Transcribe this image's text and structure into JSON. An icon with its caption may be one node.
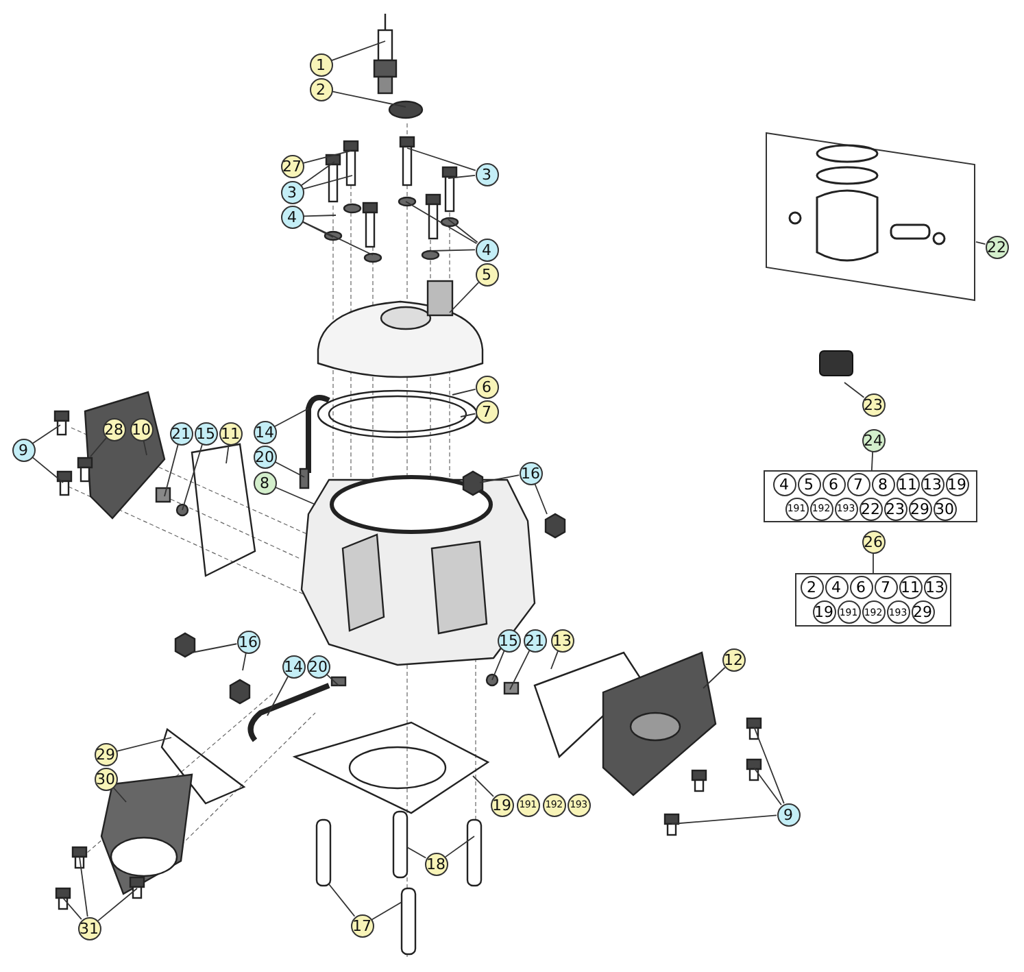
{
  "diagram": {
    "nodes": [
      {
        "text": [
          "1"
        ]
      },
      {
        "text": [
          "2"
        ]
      },
      {
        "text": [
          "27"
        ]
      },
      {
        "text": [
          "3"
        ]
      },
      {
        "text": [
          "4"
        ]
      },
      {
        "text": [
          "3"
        ]
      },
      {
        "text": [
          "4"
        ]
      },
      {
        "text": [
          "5"
        ]
      },
      {
        "text": [
          "6"
        ]
      },
      {
        "text": [
          "7"
        ]
      },
      {
        "text": [
          "28"
        ]
      },
      {
        "text": [
          "10"
        ]
      },
      {
        "text": [
          "9"
        ]
      },
      {
        "text": [
          "21"
        ]
      },
      {
        "text": [
          "15"
        ]
      },
      {
        "text": [
          "11"
        ]
      },
      {
        "text": [
          "14"
        ]
      },
      {
        "text": [
          "20"
        ]
      },
      {
        "text": [
          "8"
        ]
      },
      {
        "text": [
          "16"
        ]
      },
      {
        "text": [],
        "shape": "box"
      },
      {
        "text": [
          "22"
        ]
      },
      {
        "text": [
          "23"
        ]
      },
      {
        "text": [
          "24"
        ]
      },
      {
        "text": [
          "4",
          "5",
          "6",
          "7",
          "8",
          "11",
          "13",
          "19",
          "191",
          "192",
          "193",
          "22",
          "23",
          "29",
          "30"
        ]
      },
      {
        "text": [
          "26"
        ]
      },
      {
        "text": [
          "2",
          "4",
          "6",
          "7",
          "11",
          "13",
          "19",
          "191",
          "192",
          "193",
          "29"
        ]
      },
      {
        "text": [
          "16"
        ]
      },
      {
        "text": [
          "14"
        ]
      },
      {
        "text": [
          "20"
        ]
      },
      {
        "text": [
          "15"
        ]
      },
      {
        "text": [
          "21"
        ]
      },
      {
        "text": [
          "13"
        ]
      },
      {
        "text": [
          "12"
        ]
      },
      {
        "text": [
          "29"
        ]
      },
      {
        "text": [
          "30"
        ]
      },
      {
        "text": [
          "19"
        ]
      },
      {
        "text": [
          "191"
        ]
      },
      {
        "text": [
          "192"
        ]
      },
      {
        "text": [
          "193"
        ]
      },
      {
        "text": [
          "9"
        ]
      },
      {
        "text": [
          "18"
        ]
      },
      {
        "text": [
          "17"
        ]
      },
      {
        "text": [
          "31"
        ]
      }
    ],
    "edges": [
      {
        "from": 0,
        "to": null,
        "arrow": "none"
      },
      {
        "from": 1,
        "to": null,
        "arrow": "none"
      },
      {
        "from": 2,
        "to": null,
        "arrow": "none"
      },
      {
        "from": 3,
        "to": null,
        "arrow": "none"
      },
      {
        "from": 3,
        "to": null,
        "arrow": "none"
      },
      {
        "from": 4,
        "to": null,
        "arrow": "none"
      },
      {
        "from": 4,
        "to": null,
        "arrow": "none"
      },
      {
        "from": 4,
        "to": null,
        "arrow": "none"
      },
      {
        "from": 5,
        "to": null,
        "arrow": "none"
      },
      {
        "from": 5,
        "to": null,
        "arrow": "none"
      },
      {
        "from": 6,
        "to": null,
        "arrow": "none"
      },
      {
        "from": 6,
        "to": null,
        "arrow": "none"
      },
      {
        "from": 6,
        "to": null,
        "arrow": "none"
      },
      {
        "from": 7,
        "to": null,
        "arrow": "none"
      },
      {
        "from": 8,
        "to": null,
        "arrow": "none"
      },
      {
        "from": 9,
        "to": null,
        "arrow": "none"
      },
      {
        "from": 10,
        "to": null,
        "arrow": "none"
      },
      {
        "from": 11,
        "to": null,
        "arrow": "none"
      },
      {
        "from": 12,
        "to": null,
        "arrow": "none"
      },
      {
        "from": 12,
        "to": null,
        "arrow": "none"
      },
      {
        "from": 13,
        "to": null,
        "arrow": "none"
      },
      {
        "from": 14,
        "to": null,
        "arrow": "none"
      },
      {
        "from": 15,
        "to": null,
        "arrow": "none"
      },
      {
        "from": 16,
        "to": null,
        "arrow": "none"
      },
      {
        "from": 17,
        "to": null,
        "arrow": "none"
      },
      {
        "from": 18,
        "to": null,
        "arrow": "none"
      },
      {
        "from": 19,
        "to": null,
        "arrow": "none"
      },
      {
        "from": 19,
        "to": null,
        "arrow": "none"
      },
      {
        "from": 21,
        "to": 20,
        "arrow": "none"
      },
      {
        "from": 22,
        "to": null,
        "arrow": "none"
      },
      {
        "from": 23,
        "to": 24,
        "arrow": "none"
      },
      {
        "from": 25,
        "to": 26,
        "arrow": "none"
      },
      {
        "from": 27,
        "to": null,
        "arrow": "none"
      },
      {
        "from": 27,
        "to": null,
        "arrow": "none"
      },
      {
        "from": 28,
        "to": null,
        "arrow": "none"
      },
      {
        "from": 29,
        "to": null,
        "arrow": "none"
      },
      {
        "from": 30,
        "to": null,
        "arrow": "none"
      },
      {
        "from": 31,
        "to": null,
        "arrow": "none"
      },
      {
        "from": 32,
        "to": null,
        "arrow": "none"
      },
      {
        "from": 33,
        "to": null,
        "arrow": "none"
      },
      {
        "from": 34,
        "to": null,
        "arrow": "none"
      },
      {
        "from": 35,
        "to": null,
        "arrow": "none"
      },
      {
        "from": 36,
        "to": null,
        "arrow": "none"
      },
      {
        "from": 40,
        "to": null,
        "arrow": "none"
      },
      {
        "from": 40,
        "to": null,
        "arrow": "none"
      },
      {
        "from": 40,
        "to": null,
        "arrow": "none"
      },
      {
        "from": 41,
        "to": null,
        "arrow": "none"
      },
      {
        "from": 41,
        "to": null,
        "arrow": "none"
      },
      {
        "from": 42,
        "to": null,
        "arrow": "none"
      },
      {
        "from": 42,
        "to": null,
        "arrow": "none"
      },
      {
        "from": 43,
        "to": null,
        "arrow": "none"
      },
      {
        "from": 43,
        "to": null,
        "arrow": "none"
      },
      {
        "from": 43,
        "to": null,
        "arrow": "none"
      }
    ]
  }
}
